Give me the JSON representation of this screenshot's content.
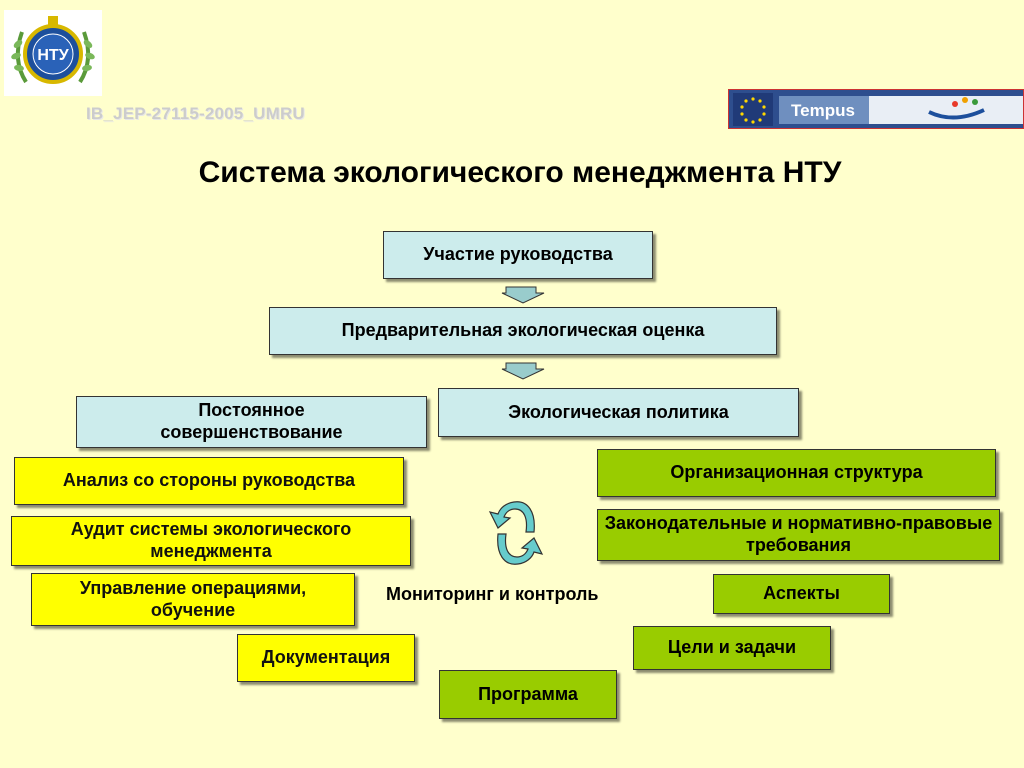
{
  "header": {
    "project_code": "IB_JEP-27115-2005_UMRU",
    "title": "Система экологического менеджмента НТУ",
    "logo_text": "НТУ",
    "tempus_text": "Tempus"
  },
  "flow": {
    "leadership": "Участие руководства",
    "preliminary": "Предварительная  экологическая оценка",
    "policy": "Экологическая  политика"
  },
  "left_items": {
    "improvement": "Постоянное совершенствование",
    "review": "Анализ со стороны руководства",
    "audit": "Аудит системы экологического менеджмента",
    "operations": "Управление операциями, обучение",
    "documentation": "Документация"
  },
  "right_items": {
    "structure": "Организационная структура",
    "legal": "Законодательные и нормативно-правовые требования",
    "aspects": "Аспекты",
    "goals": "Цели и задачи",
    "program": "Программа"
  },
  "cycle_label": "Мониторинг и контроль",
  "colors": {
    "background": "#FFFFCC",
    "blue_box": "#CCECEC",
    "yellow_box": "#FFFF00",
    "green_box": "#99CC00",
    "arrow_fill": "#99CCCC",
    "cycle_arrow": "#66CCCC"
  }
}
